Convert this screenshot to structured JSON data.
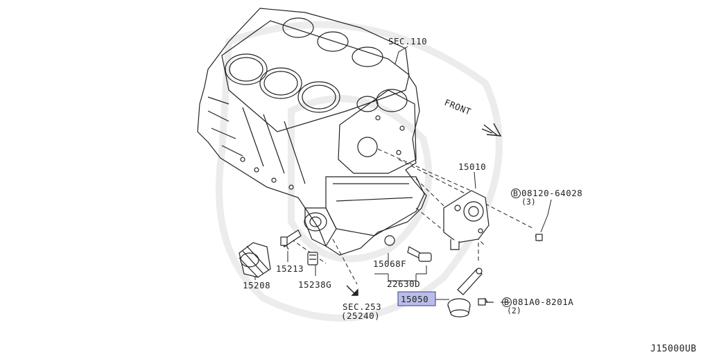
{
  "diagram_id": "J15000UB",
  "sections": {
    "sec110": "SEC.110",
    "sec253": "SEC.253",
    "sec253_sub": "(25240)"
  },
  "front_label": "FRONT",
  "parts": {
    "p15010": "15010",
    "bolt_upper": "08120-64028",
    "bolt_upper_qty": "(3)",
    "bolt_lower": "081A0-8201A",
    "bolt_lower_qty": "(2)",
    "bolt_marker": "B",
    "p15050": "15050",
    "p15068f": "15068F",
    "p22630d": "22630D",
    "p15213": "15213",
    "p15238g": "15238G",
    "p15208": "15208"
  },
  "colors": {
    "line": "#222222",
    "highlight_fill": "#b9bde8",
    "highlight_stroke": "#3a3f8f",
    "watermark": "#ececec"
  }
}
